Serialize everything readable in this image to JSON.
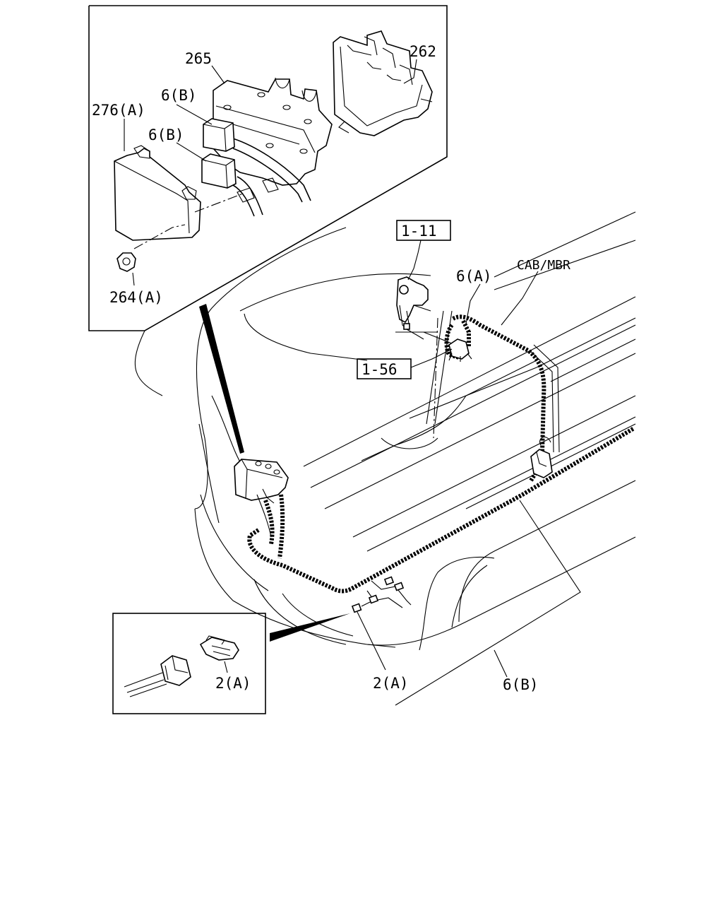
{
  "diagram": {
    "labels": {
      "part_265": "265",
      "part_262": "262",
      "part_6b_upper": "6(B)",
      "part_276a": "276(A)",
      "part_6b_middle": "6(B)",
      "part_264a": "264(A)",
      "ref_1_11": "1-11",
      "part_6a": "6(A)",
      "cab_mbr": "CAB/MBR",
      "ref_1_56": "1-56",
      "part_2a_inset": "2(A)",
      "part_2a_main": "2(A)",
      "part_6b_lower": "6(B)"
    }
  }
}
